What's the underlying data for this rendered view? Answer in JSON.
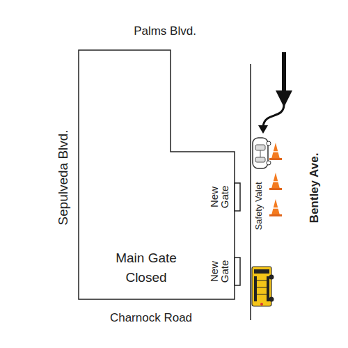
{
  "diagram": {
    "nodes": [
      {
        "text": [
          "Main Gate Closed"
        ]
      },
      {
        "text": [
          "New Gate"
        ]
      },
      {
        "text": [
          "New Gate"
        ]
      }
    ],
    "labels": [
      "Palms Blvd.",
      "Sepulveda Blvd.",
      "Bentley Ave.",
      "Charnock Road",
      "Safety Valet"
    ]
  }
}
